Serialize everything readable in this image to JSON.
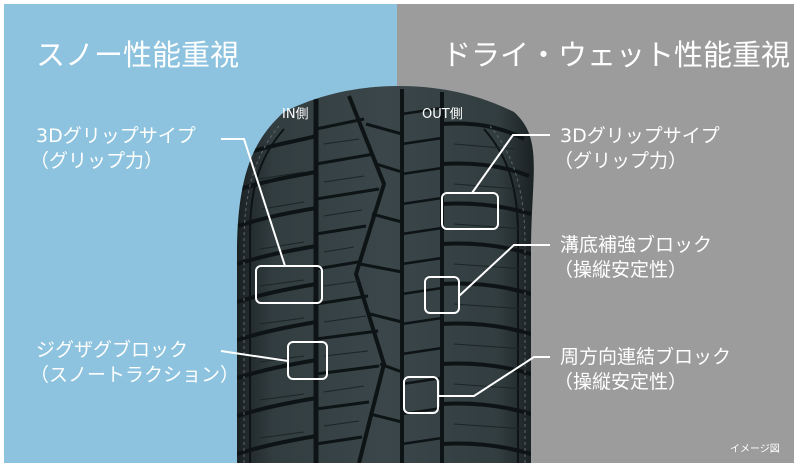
{
  "colors": {
    "snow_bg": "#8dc3df",
    "dry_bg": "#9c9c9c",
    "tire": "#2b3436",
    "tread_line": "#101617",
    "text": "#ffffff",
    "border": "#ffffff"
  },
  "left_section": {
    "heading": "スノー性能重視",
    "side_label": "IN側",
    "callouts": [
      {
        "title": "3Dグリップサイプ",
        "subtitle": "（グリップ力）"
      },
      {
        "title": "ジグザグブロック",
        "subtitle": "（スノートラクション）"
      }
    ]
  },
  "right_section": {
    "heading": "ドライ・ウェット性能重視",
    "side_label": "OUT側",
    "callouts": [
      {
        "title": "3Dグリップサイプ",
        "subtitle": "（グリップ力）"
      },
      {
        "title": "溝底補強ブロック",
        "subtitle": "（操縦安定性）"
      },
      {
        "title": "周方向連結ブロック",
        "subtitle": "（操縦安定性）"
      }
    ]
  },
  "footnote": "イメージ図"
}
